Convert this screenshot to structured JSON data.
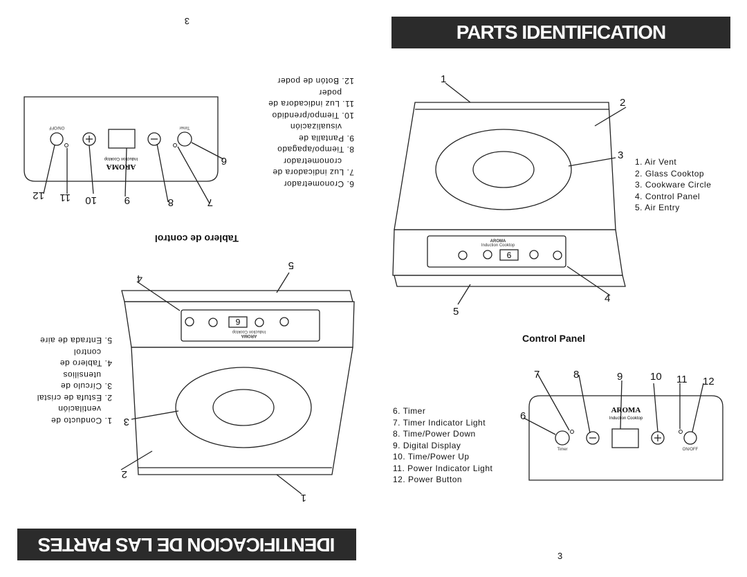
{
  "right_page": {
    "banner": "PARTS IDENTIFICATION",
    "parts": [
      "1.  Air Vent",
      "2.  Glass Cooktop",
      "3.  Cookware Circle",
      "4.  Control Panel",
      "5.  Air Entry"
    ],
    "callouts": [
      "1",
      "2",
      "3",
      "4",
      "5"
    ],
    "control_panel_title": "Control Panel",
    "panel_parts": [
      "6.  Timer",
      "7.  Timer Indicator Light",
      "8.  Time/Power Down",
      "9.  Digital Display",
      "10. Time/Power Up",
      "11. Power Indicator Light",
      "12. Power Button"
    ],
    "panel_callouts": [
      "6",
      "7",
      "8",
      "9",
      "10",
      "11",
      "12"
    ],
    "page_number": "3"
  },
  "device": {
    "brand": "AROMA",
    "model": "Induction Cooktop",
    "timer_label": "Timer",
    "onoff_label": "ON/OFF",
    "display_value": "6"
  },
  "left_page": {
    "banner": "IDENTIFICACION DE LAS PARTES",
    "parts": [
      "1.  Conducto de",
      "ventilación",
      "2.  Estufa de cristal",
      "3.  Círculo de",
      "utensilios",
      "4.  Tablero de",
      "control",
      "5.  Entrada de aire"
    ],
    "callouts": [
      "1",
      "2",
      "3",
      "4",
      "5"
    ],
    "control_panel_title": "Tablero de control",
    "panel_parts": [
      "6.  Cronometrador",
      "7.  Luz indicadora de",
      "cronometrador",
      "8.  Tiempo/apagado",
      "9.  Pantalla de",
      "visualización",
      "10. Tiempo/prendido",
      "11. Luz indicadora de",
      "poder",
      "12. Botón de poder"
    ],
    "panel_callouts": [
      "6",
      "7",
      "8",
      "9",
      "10",
      "11",
      "12"
    ],
    "page_number": "3"
  }
}
